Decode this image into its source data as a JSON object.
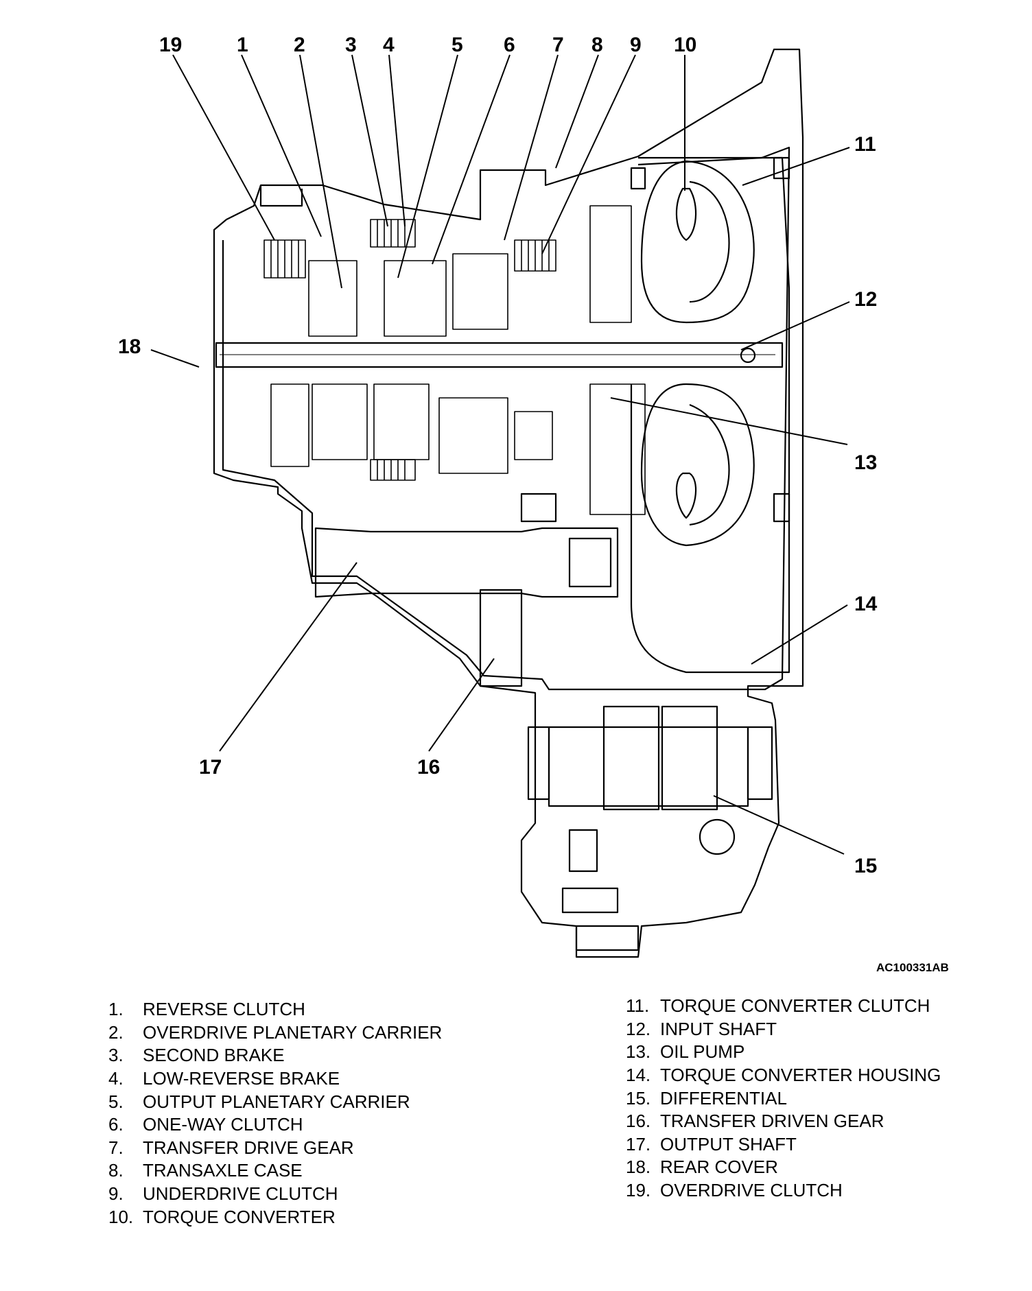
{
  "figure": {
    "id": "AC100331AB",
    "callouts": [
      "19",
      "1",
      "2",
      "3",
      "4",
      "5",
      "6",
      "7",
      "8",
      "9",
      "10",
      "11",
      "12",
      "13",
      "14",
      "15",
      "16",
      "17",
      "18"
    ]
  },
  "legend": {
    "left": [
      {
        "num": "1.",
        "label": "REVERSE CLUTCH"
      },
      {
        "num": "2.",
        "label": "OVERDRIVE PLANETARY CARRIER"
      },
      {
        "num": "3.",
        "label": "SECOND BRAKE"
      },
      {
        "num": "4.",
        "label": "LOW-REVERSE BRAKE"
      },
      {
        "num": "5.",
        "label": "OUTPUT PLANETARY CARRIER"
      },
      {
        "num": "6.",
        "label": "ONE-WAY CLUTCH"
      },
      {
        "num": "7.",
        "label": "TRANSFER DRIVE GEAR"
      },
      {
        "num": "8.",
        "label": "TRANSAXLE CASE"
      },
      {
        "num": "9.",
        "label": "UNDERDRIVE CLUTCH"
      },
      {
        "num": "10.",
        "label": "TORQUE CONVERTER"
      }
    ],
    "right": [
      {
        "num": "11.",
        "label": "TORQUE CONVERTER CLUTCH"
      },
      {
        "num": "12.",
        "label": "INPUT SHAFT"
      },
      {
        "num": "13.",
        "label": "OIL PUMP"
      },
      {
        "num": "14.",
        "label": "TORQUE CONVERTER HOUSING"
      },
      {
        "num": "15.",
        "label": "DIFFERENTIAL"
      },
      {
        "num": "16.",
        "label": "TRANSFER DRIVEN GEAR"
      },
      {
        "num": "17.",
        "label": "OUTPUT SHAFT"
      },
      {
        "num": "18.",
        "label": "REAR COVER"
      },
      {
        "num": "19.",
        "label": "OVERDRIVE CLUTCH"
      }
    ]
  }
}
